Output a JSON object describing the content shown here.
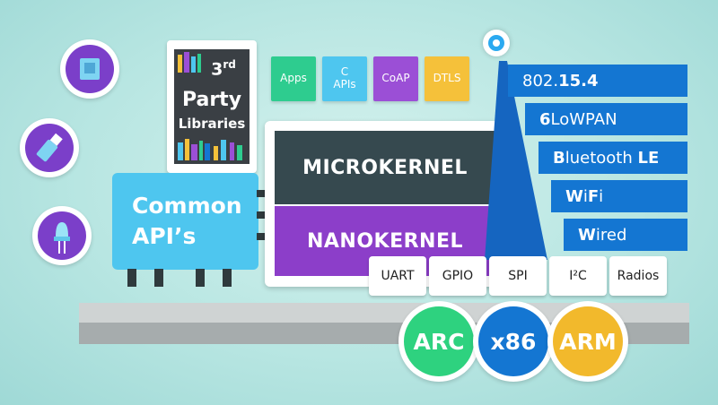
{
  "library": {
    "line1": "3",
    "sup": "rd",
    "line2": "Party",
    "line3": "Libraries"
  },
  "tiles": [
    {
      "label": "Apps",
      "color": "#2ecc8f"
    },
    {
      "label": "C\nAPIs",
      "color": "#4ec6ef"
    },
    {
      "label": "CoAP",
      "color": "#9b4fd6"
    },
    {
      "label": "DTLS",
      "color": "#f5c13a"
    }
  ],
  "kernel": {
    "micro": "MICROKERNEL",
    "nano": "NANOKERNEL"
  },
  "common_api": {
    "line1": "Common",
    "line2": "API’s"
  },
  "stack": [
    {
      "pre": "802.",
      "bold": "15.4"
    },
    {
      "pre": "",
      "bold": "6",
      "post": "LoWPAN"
    },
    {
      "pre": "",
      "bold": "B",
      "post": "luetooth ",
      "bold2": "LE"
    },
    {
      "pre": "",
      "bold": "W",
      "post": "i",
      "bold2": "F",
      "post2": "i"
    },
    {
      "pre": "",
      "bold": "W",
      "post": "ired"
    }
  ],
  "buses": [
    "UART",
    "GPIO",
    "SPI",
    "I²C",
    "Radios"
  ],
  "arch": [
    {
      "label": "ARC",
      "color": "#2ed27f"
    },
    {
      "label": "x86",
      "color": "#1476d2"
    },
    {
      "label": "ARM",
      "color": "#f2b92c"
    }
  ],
  "icons": [
    "chip-icon",
    "usb-stick-icon",
    "led-icon",
    "wireless-beacon-icon"
  ]
}
